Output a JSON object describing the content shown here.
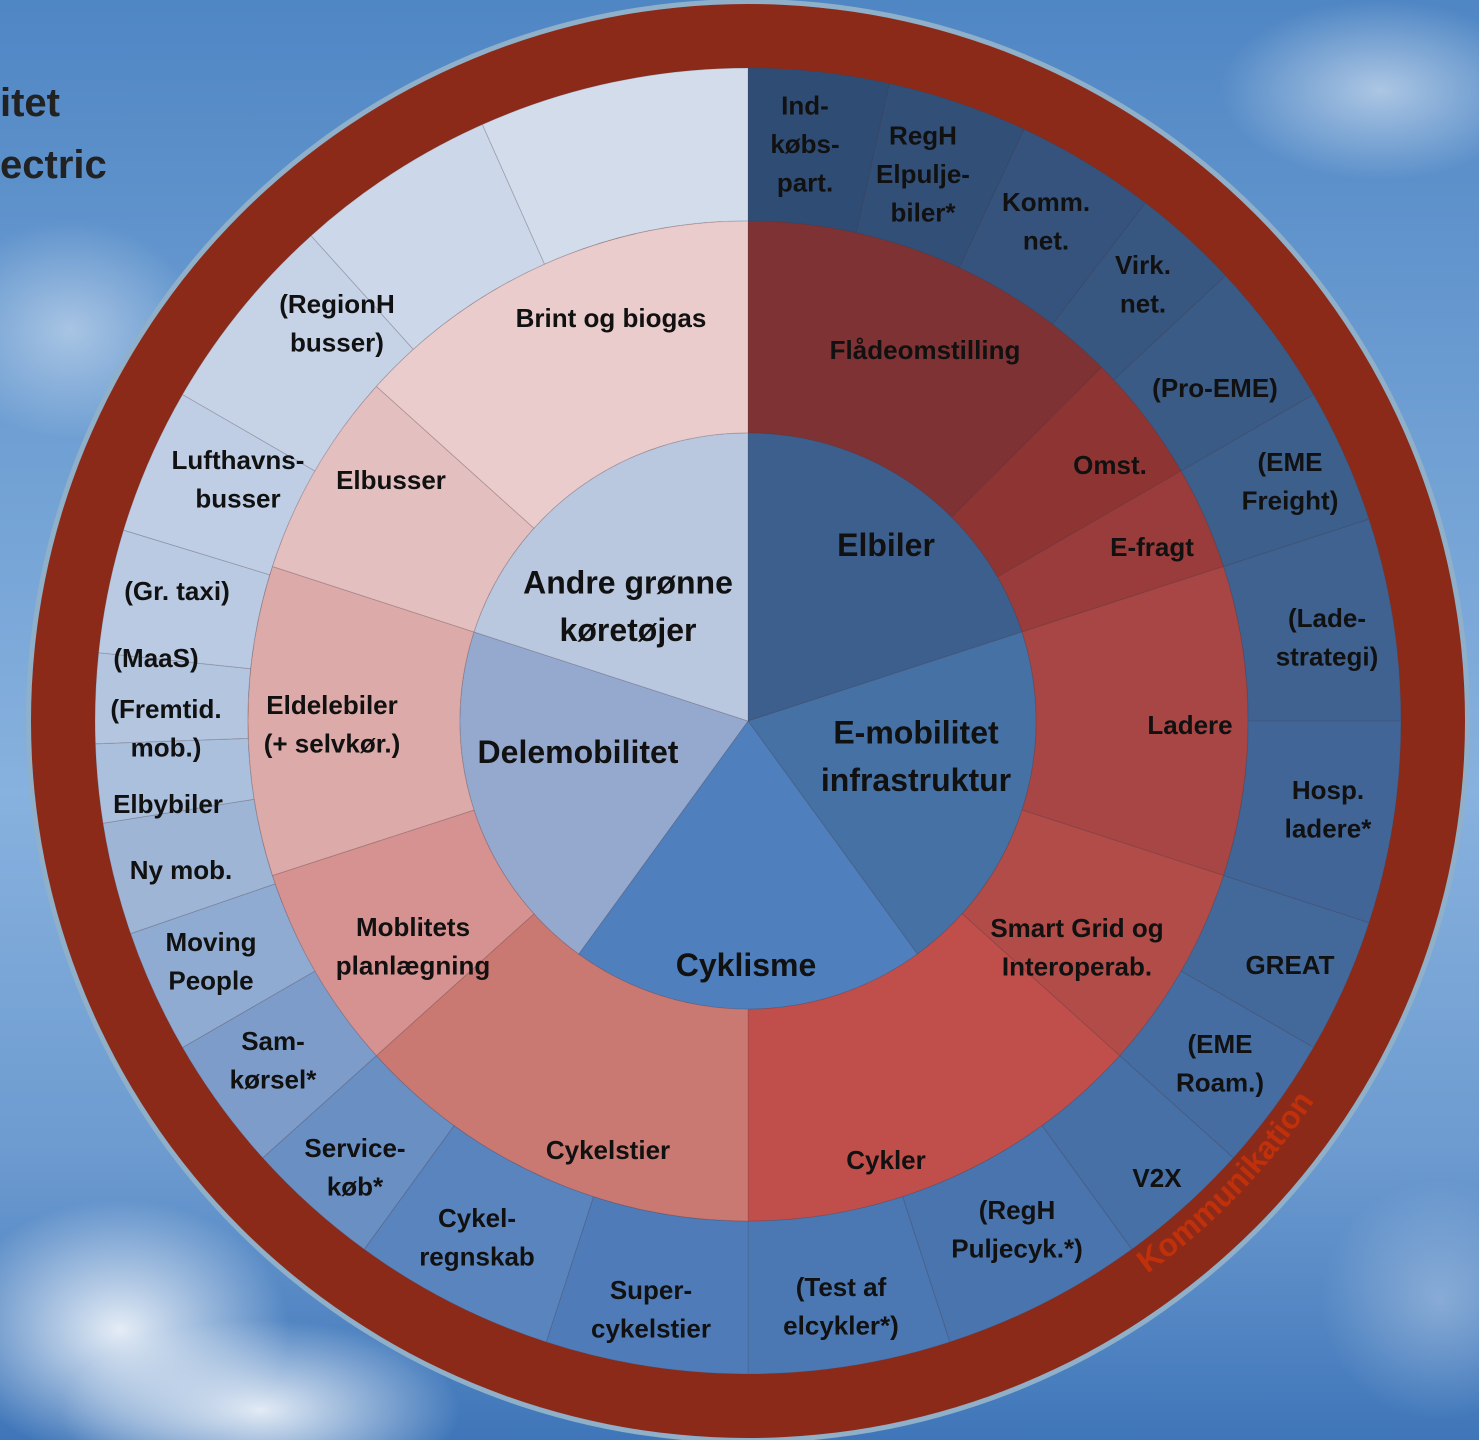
{
  "corner_title": [
    "itet",
    "ectric"
  ],
  "ring_label": "Kommunikation",
  "colors": {
    "outer_ring": "#8c2a1a",
    "outer_ring_edge": "#8fb0c8",
    "red_label": "#c0300a"
  },
  "core": [
    {
      "label": "Elbiler",
      "color": "#3d5f8e"
    },
    {
      "label": "E-mobilitet infrastruktur",
      "color": "#4671a4"
    },
    {
      "label": "Cyklisme",
      "color": "#4f80bd"
    },
    {
      "label": "Delemobilitet",
      "color": "#95a9cf"
    },
    {
      "label": "Andre grønne køretøjer",
      "color": "#b9c7df"
    }
  ],
  "middle": [
    {
      "label": "Flådeomstilling",
      "color": "#7f3233"
    },
    {
      "label": "Omst.",
      "color": "#8e3534"
    },
    {
      "label": "E-fragt",
      "color": "#9a3c3b"
    },
    {
      "label": "Ladere",
      "color": "#a74644"
    },
    {
      "label": "Smart Grid og Interoperab.",
      "color": "#b24c49"
    },
    {
      "label": "Cykler",
      "color": "#c04f4c"
    },
    {
      "label": "Cykelstier",
      "color": "#c97872"
    },
    {
      "label": "Moblitets planlægning",
      "color": "#d69290"
    },
    {
      "label": "Eldelebiler (+ selvkør.)",
      "color": "#dcaaa8"
    },
    {
      "label": "Elbusser",
      "color": "#e4bfbf"
    },
    {
      "label": "Brint og biogas",
      "color": "#ebcccc"
    }
  ],
  "outer": [
    {
      "label": "Ind- købs- part.",
      "color": "#2f4d74"
    },
    {
      "label": "RegH Elpulje- biler*",
      "color": "#324f78"
    },
    {
      "label": "Komm. net.",
      "color": "#35537d"
    },
    {
      "label": "Virk. net.",
      "color": "#375781"
    },
    {
      "label": "(Pro-EME)",
      "color": "#3a5b86"
    },
    {
      "label": "(EME Freight)",
      "color": "#3d5f8c"
    },
    {
      "label": "(Lade- strategi)",
      "color": "#3f6291"
    },
    {
      "label": "Hosp. ladere*",
      "color": "#416596"
    },
    {
      "label": "GREAT",
      "color": "#43699b"
    },
    {
      "label": "(EME Roam.)",
      "color": "#456da1"
    },
    {
      "label": "V2X",
      "color": "#4770a6"
    },
    {
      "label": "(RegH Puljecyk.*)",
      "color": "#4974ad"
    },
    {
      "label": "(Test af elcykler*)",
      "color": "#4b78b3"
    },
    {
      "label": "Super- cykelstier",
      "color": "#4f7cb8"
    },
    {
      "label": "Cykel- regnskab",
      "color": "#5a84be"
    },
    {
      "label": "Service- køb*",
      "color": "#6a8fc3"
    },
    {
      "label": "Sam- kørsel*",
      "color": "#7d9cc9"
    },
    {
      "label": "Moving People",
      "color": "#90abd1"
    },
    {
      "label": "Ny mob.",
      "color": "#9fb5d6"
    },
    {
      "label": "Elbybiler",
      "color": "#abc0dc"
    },
    {
      "label": "(Fremtid. mob.)",
      "color": "#b3c5df"
    },
    {
      "label": "(MaaS)",
      "color": "#b9cae2"
    },
    {
      "label": "(Gr. taxi)",
      "color": "#bfcee4"
    },
    {
      "label": "Lufthavns- busser",
      "color": "#c6d3e7"
    },
    {
      "label": "(RegionH busser)",
      "color": "#ccd8e9"
    },
    {
      "label": "",
      "color": "#d2dceb"
    },
    {
      "label": "",
      "color": "#d8e0ee"
    }
  ]
}
